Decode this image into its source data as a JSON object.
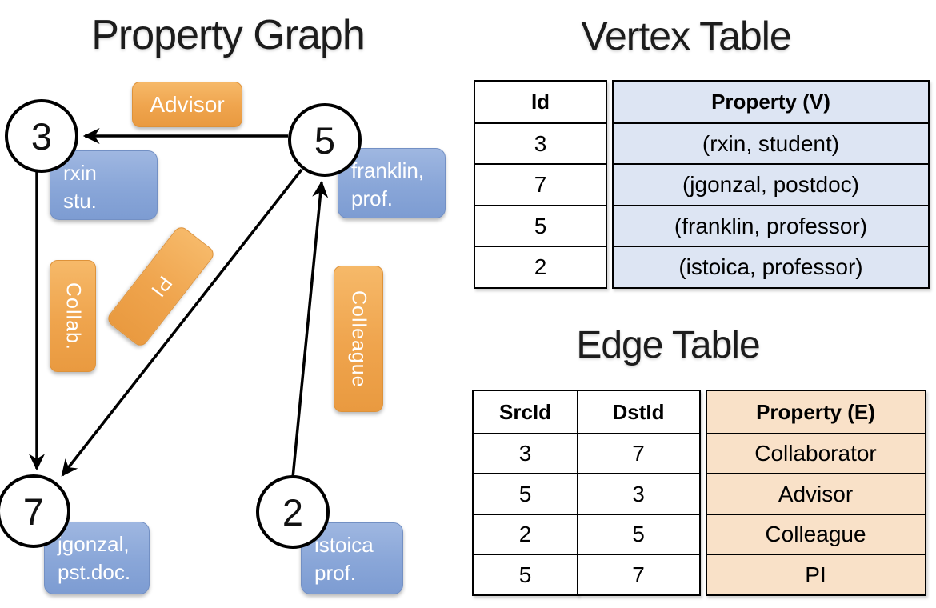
{
  "graph": {
    "title": "Property Graph",
    "nodes": [
      {
        "id": "3"
      },
      {
        "id": "5"
      },
      {
        "id": "7"
      },
      {
        "id": "2"
      }
    ],
    "vertex_props": [
      {
        "lines": [
          "rxin",
          "stu."
        ]
      },
      {
        "lines": [
          "franklin,",
          "prof."
        ]
      },
      {
        "lines": [
          "jgonzal,",
          "pst.doc."
        ]
      },
      {
        "lines": [
          "istoica",
          "prof."
        ]
      }
    ],
    "edge_labels": [
      {
        "text": "Advisor"
      },
      {
        "text": "Collab."
      },
      {
        "text": "PI"
      },
      {
        "text": "Colleague"
      }
    ]
  },
  "vertex_table": {
    "title": "Vertex Table",
    "headers": {
      "id": "Id",
      "property": "Property (V)"
    },
    "rows": [
      {
        "id": "3",
        "property": "(rxin, student)"
      },
      {
        "id": "7",
        "property": "(jgonzal, postdoc)"
      },
      {
        "id": "5",
        "property": "(franklin, professor)"
      },
      {
        "id": "2",
        "property": "(istoica, professor)"
      }
    ]
  },
  "edge_table": {
    "title": "Edge Table",
    "headers": {
      "src": "SrcId",
      "dst": "DstId",
      "property": "Property (E)"
    },
    "rows": [
      {
        "src": "3",
        "dst": "7",
        "property": "Collaborator"
      },
      {
        "src": "5",
        "dst": "3",
        "property": "Advisor"
      },
      {
        "src": "2",
        "dst": "5",
        "property": "Colleague"
      },
      {
        "src": "5",
        "dst": "7",
        "property": "PI"
      }
    ]
  },
  "colors": {
    "edge_label_orange_top": "#f6b969",
    "edge_label_orange_bottom": "#e99a40",
    "vertex_prop_blue_top": "#9fb7e1",
    "vertex_prop_blue_bottom": "#7d9cd2",
    "vertex_table_property_bg": "#dde5f3",
    "edge_table_property_bg": "#f9e1c8",
    "edge_stroke": "#000000"
  }
}
